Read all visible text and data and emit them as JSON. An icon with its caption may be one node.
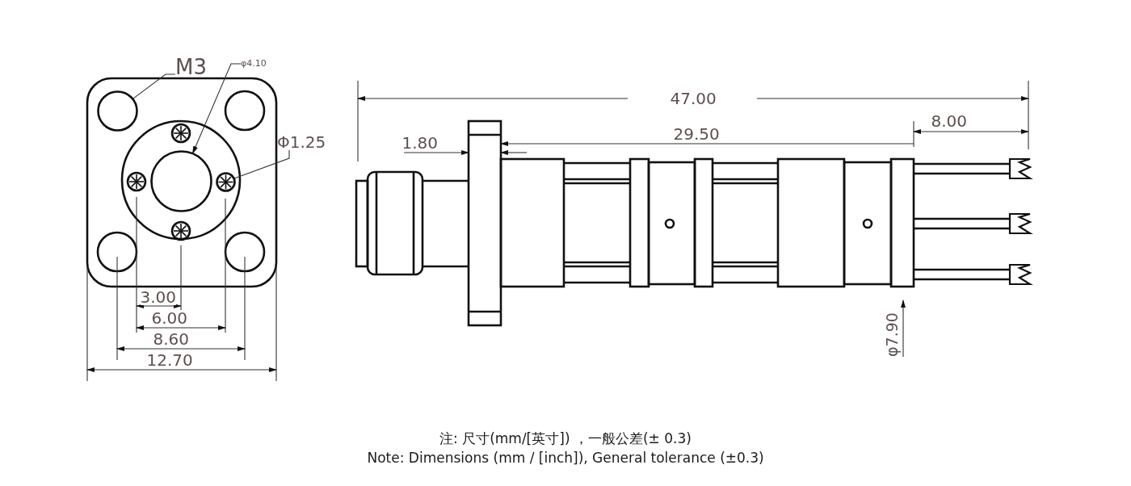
{
  "diagram": {
    "caption": "注: 尺寸(mm/[英寸]) ，一般公差(± 0.3)",
    "nodes": [
      {
        "text": [
          "M3"
        ]
      },
      {
        "text": [],
        "shape": "circle"
      },
      {
        "text": [
          "φ4.10"
        ]
      },
      {
        "text": [],
        "shape": "circle"
      },
      {
        "text": [
          "Φ1.25"
        ]
      },
      {
        "text": [],
        "shape": "circle"
      }
    ],
    "edges": [
      {
        "from": 0,
        "to": 1,
        "arrow": "none"
      },
      {
        "from": 2,
        "to": 3,
        "arrow": "to"
      },
      {
        "from": 4,
        "to": 5,
        "arrow": "none"
      }
    ],
    "labels": [
      "3.00",
      "6.00",
      "8.60",
      "12.70",
      "47.00",
      "8.00",
      "1.80",
      "29.50",
      "φ7.90",
      "Note: Dimensions (mm / [inch]), General tolerance (±0.3)"
    ]
  }
}
